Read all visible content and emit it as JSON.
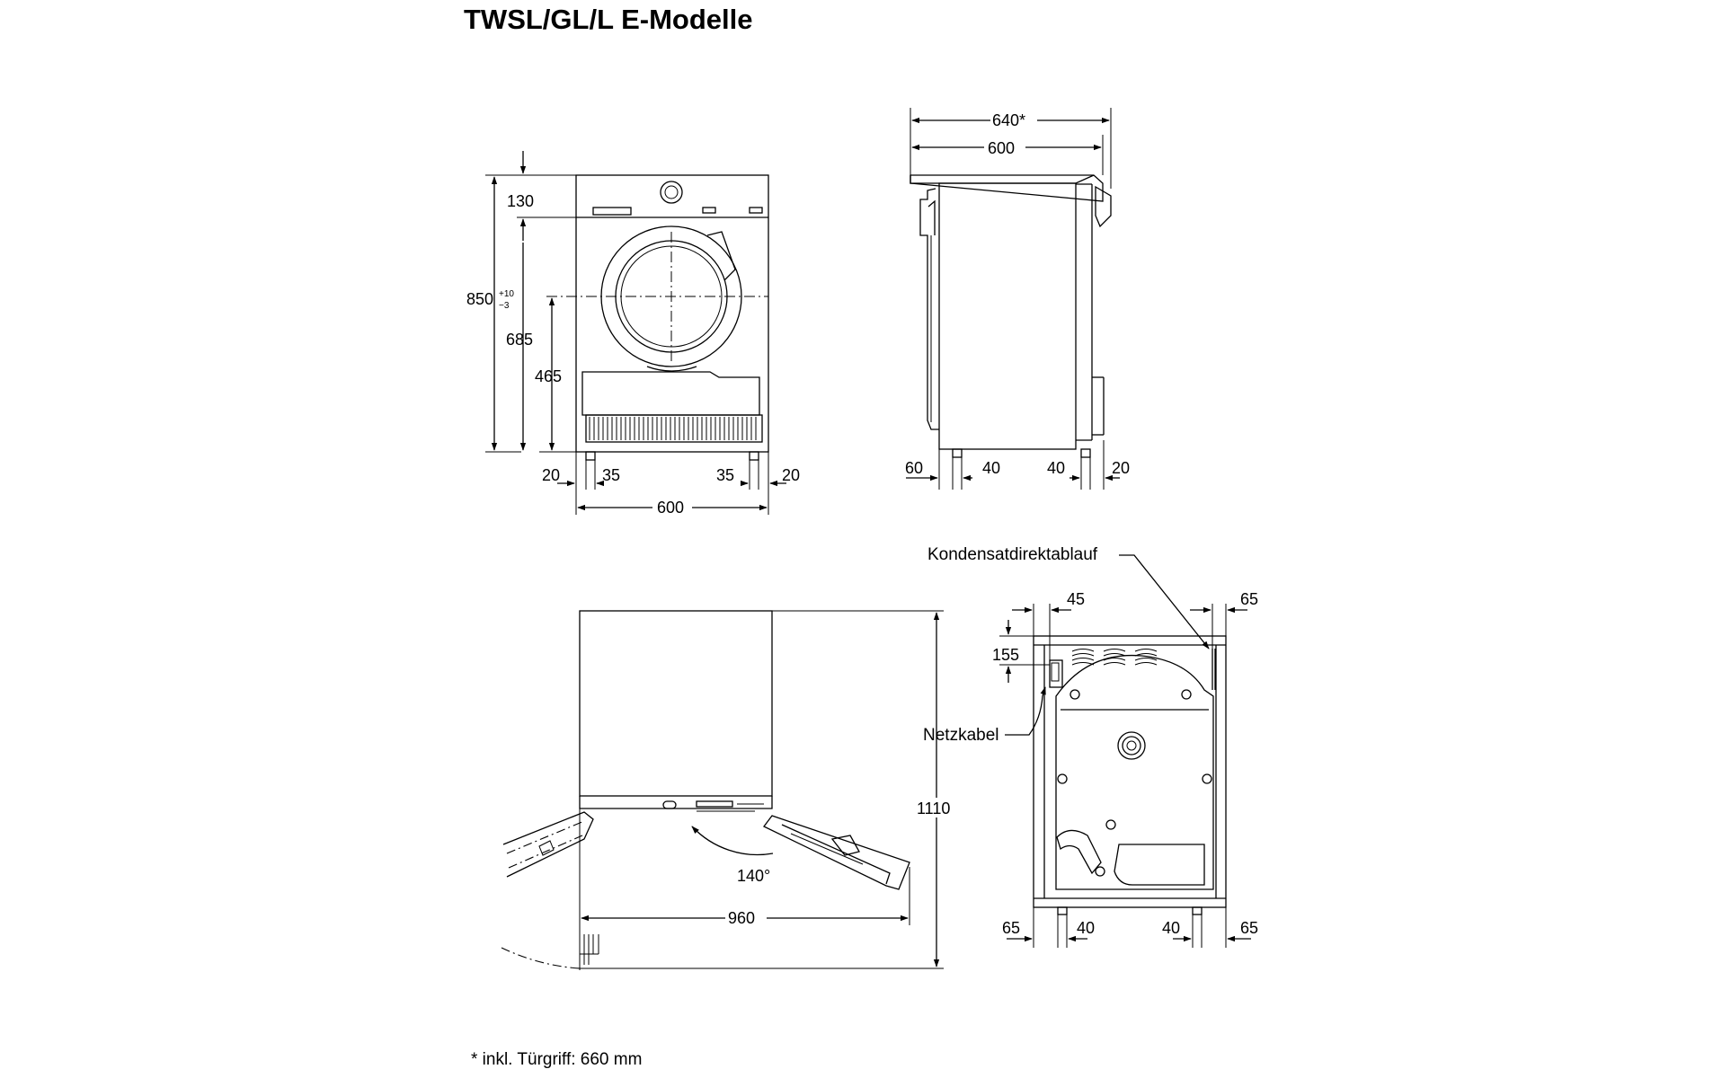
{
  "title": "TWSL/GL/L E-Modelle",
  "footnote": "* inkl. Türgriff: 660 mm",
  "front_view": {
    "height_top": "130",
    "height_total": "850",
    "height_total_tol_plus": "+10",
    "height_total_tol_minus": "−3",
    "height_door_center": "685",
    "height_porthole": "465",
    "foot_offset_left": "20",
    "foot_width_left": "35",
    "foot_width_right": "35",
    "foot_offset_right": "20",
    "width": "600"
  },
  "side_view": {
    "depth_with_handle": "640*",
    "depth": "600",
    "foot_front_offset": "60",
    "foot_front_width": "40",
    "foot_rear_width": "40",
    "foot_rear_offset": "20"
  },
  "top_view": {
    "door_angle": "140°",
    "depth_door_open": "960",
    "depth_total": "1110"
  },
  "rear_view": {
    "label_condensate": "Kondensatdirektablauf",
    "label_cable": "Netzkabel",
    "offset_left_top": "45",
    "offset_right_top": "65",
    "height_cable": "155",
    "foot_offset_left": "65",
    "foot_width_left": "40",
    "foot_width_right": "40",
    "foot_offset_right": "65"
  }
}
